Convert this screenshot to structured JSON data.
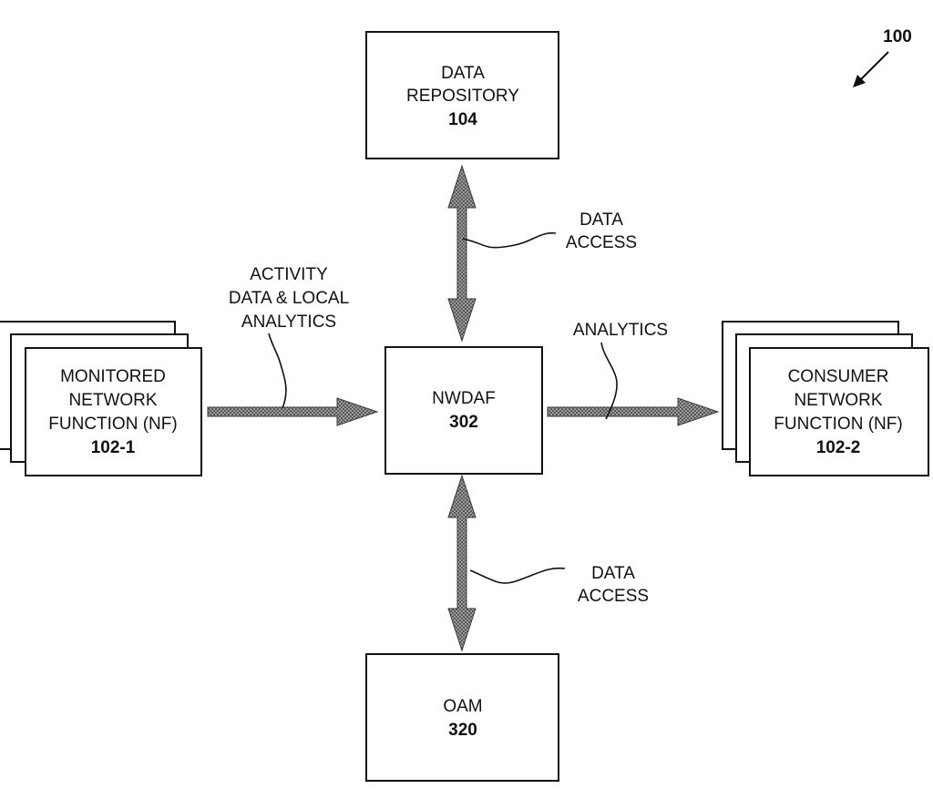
{
  "figure": {
    "ref": "100"
  },
  "nodes": {
    "data_repository": {
      "lines": [
        "DATA",
        "REPOSITORY"
      ],
      "ref": "104"
    },
    "monitored_nf": {
      "lines": [
        "MONITORED",
        "NETWORK",
        "FUNCTION (NF)"
      ],
      "ref": "102-1"
    },
    "nwdaf": {
      "lines": [
        "NWDAF"
      ],
      "ref": "302"
    },
    "consumer_nf": {
      "lines": [
        "CONSUMER",
        "NETWORK",
        "FUNCTION (NF)"
      ],
      "ref": "102-2"
    },
    "oam": {
      "lines": [
        "OAM"
      ],
      "ref": "320"
    }
  },
  "edges": {
    "top_access": {
      "lines": [
        "DATA",
        "ACCESS"
      ]
    },
    "activity": {
      "lines": [
        "ACTIVITY",
        "DATA & LOCAL",
        "ANALYTICS"
      ]
    },
    "analytics": {
      "lines": [
        "ANALYTICS"
      ]
    },
    "bottom_access": {
      "lines": [
        "DATA",
        "ACCESS"
      ]
    }
  },
  "colors": {
    "line": "#111111",
    "arrow_fill": "#8a8a8a",
    "arrow_edge": "#3a3a3a"
  }
}
